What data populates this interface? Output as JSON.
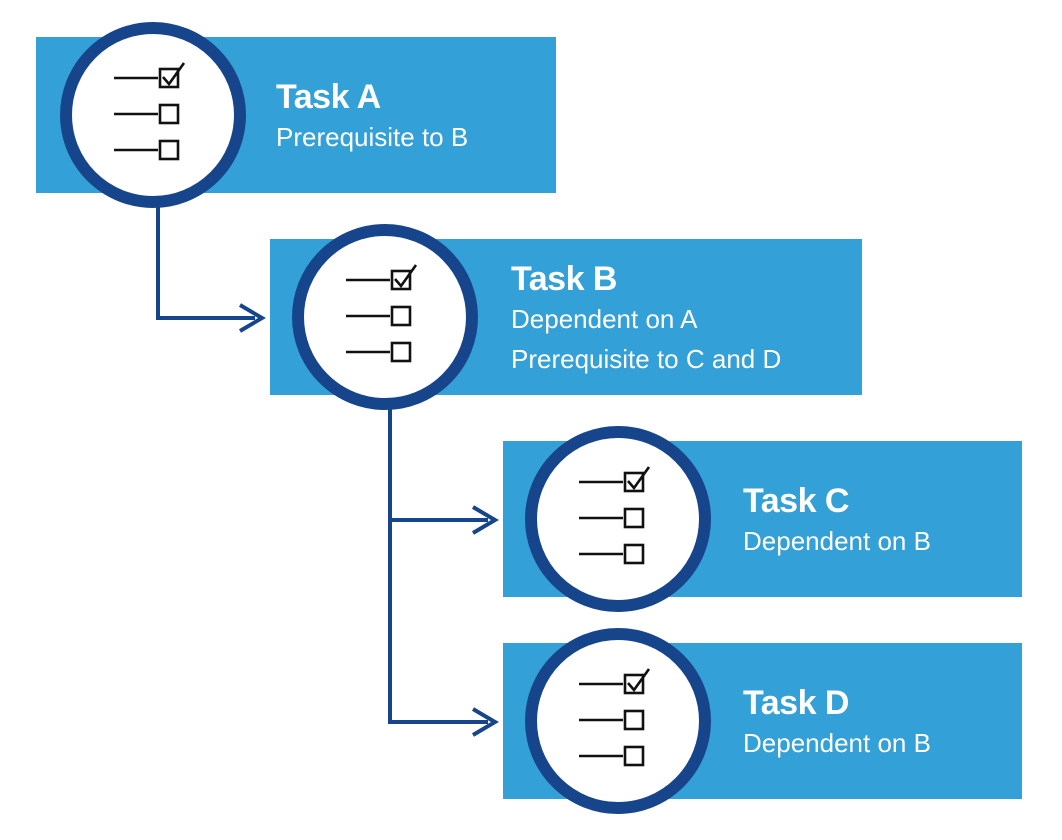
{
  "colors": {
    "card": "#34a0d8",
    "ring": "#17458c",
    "connector": "#17458c",
    "icon": "#111111",
    "text": "#ffffff"
  },
  "tasks": [
    {
      "title": "Task A",
      "lines": [
        "Prerequisite to B"
      ],
      "icon": "checklist-icon"
    },
    {
      "title": "Task B",
      "lines": [
        "Dependent on A",
        "Prerequisite to C and D"
      ],
      "icon": "checklist-icon"
    },
    {
      "title": "Task C",
      "lines": [
        "Dependent on B"
      ],
      "icon": "checklist-icon"
    },
    {
      "title": "Task D",
      "lines": [
        "Dependent on B"
      ],
      "icon": "checklist-icon"
    }
  ],
  "connections": [
    {
      "from": "Task A",
      "to": "Task B"
    },
    {
      "from": "Task B",
      "to": "Task C"
    },
    {
      "from": "Task B",
      "to": "Task D"
    }
  ]
}
